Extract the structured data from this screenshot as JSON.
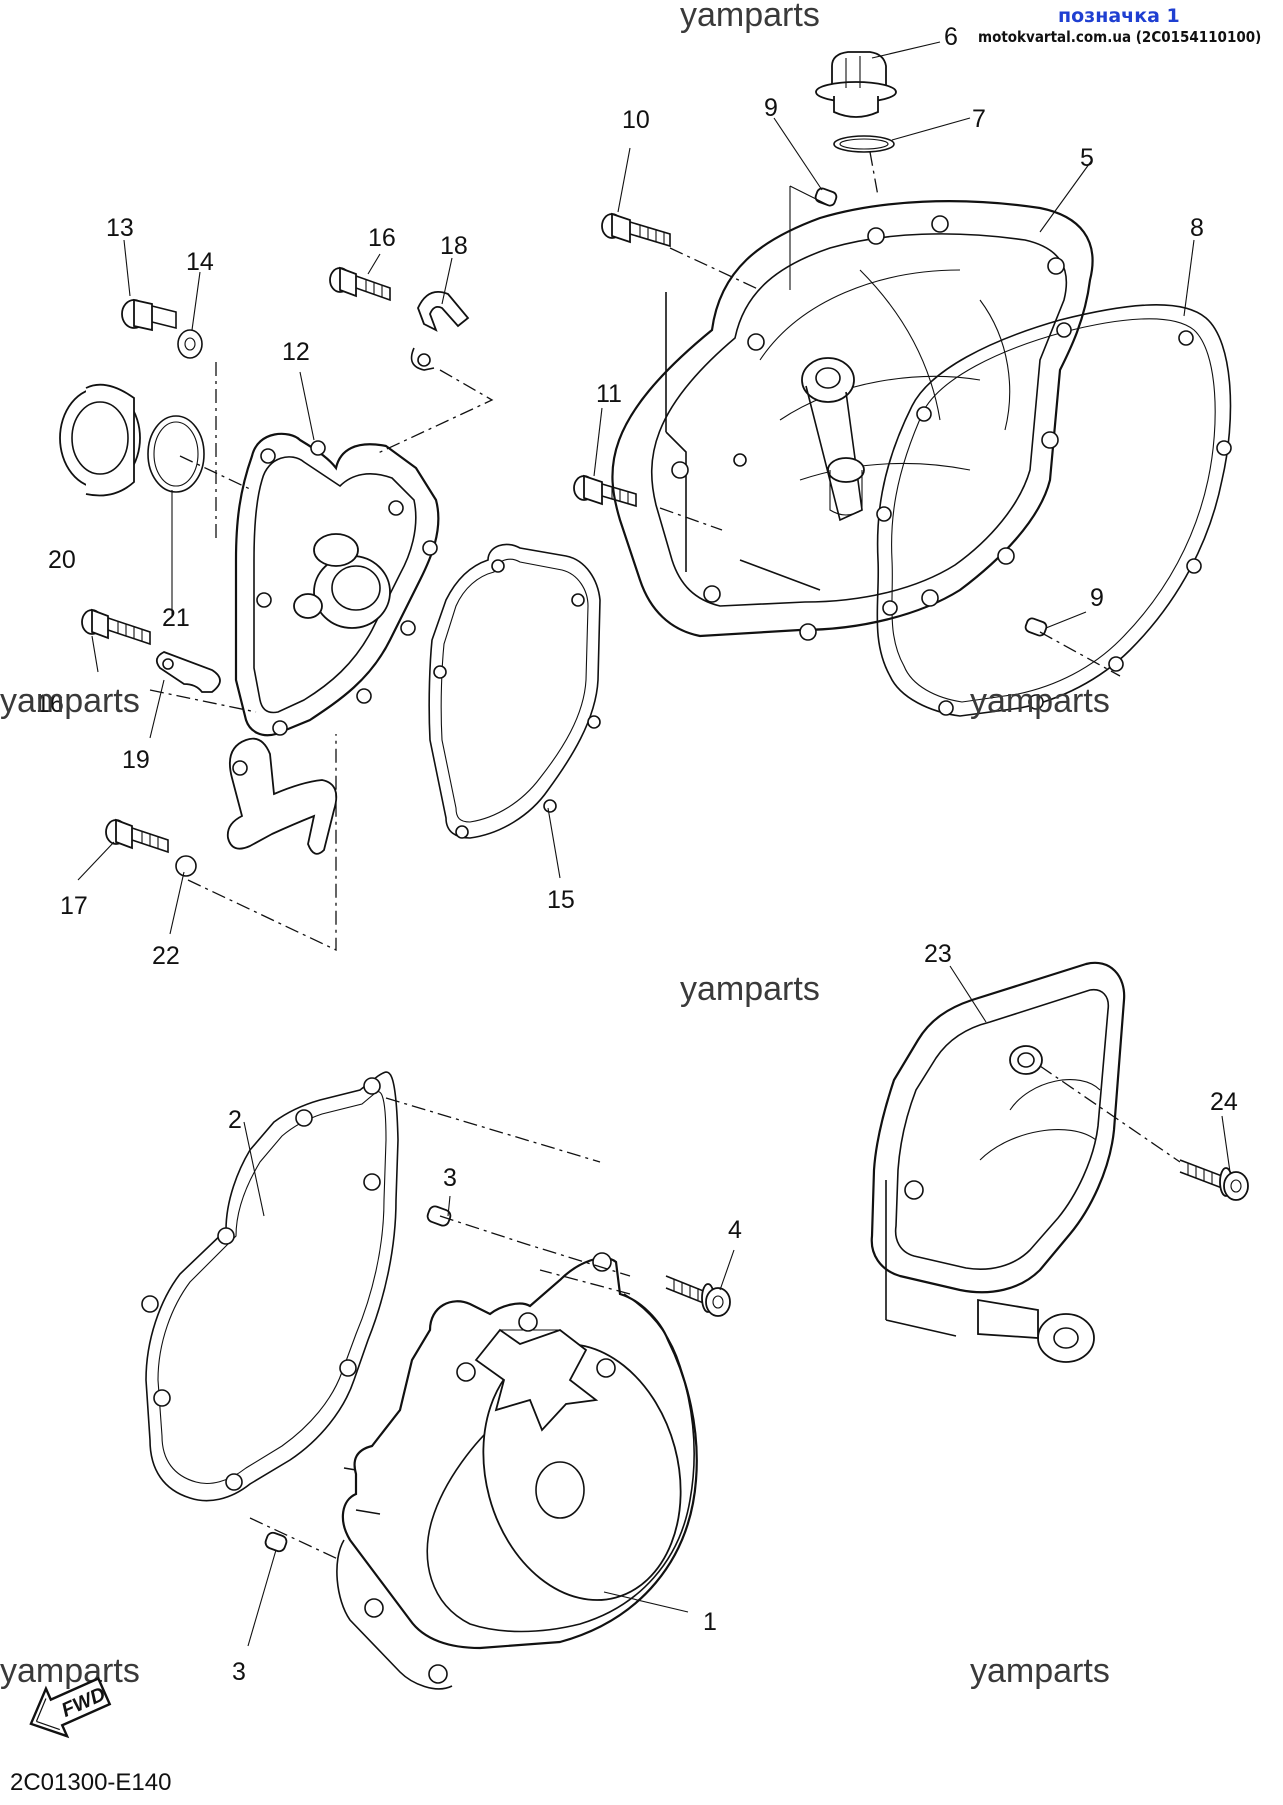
{
  "header": {
    "label": "позначка 1",
    "site": "motokvartal.com.ua (2C0154110100)"
  },
  "watermarks": [
    "yamparts",
    "yamparts",
    "yamparts",
    "yamparts",
    "yamparts",
    "yamparts"
  ],
  "diagram_code": "2C01300-E140",
  "fwd_label": "FWD",
  "parts": [
    "1",
    "2",
    "3",
    "3",
    "4",
    "5",
    "6",
    "7",
    "8",
    "9",
    "9",
    "10",
    "11",
    "12",
    "13",
    "14",
    "15",
    "16",
    "16",
    "17",
    "18",
    "19",
    "20",
    "21",
    "22",
    "23",
    "24"
  ]
}
